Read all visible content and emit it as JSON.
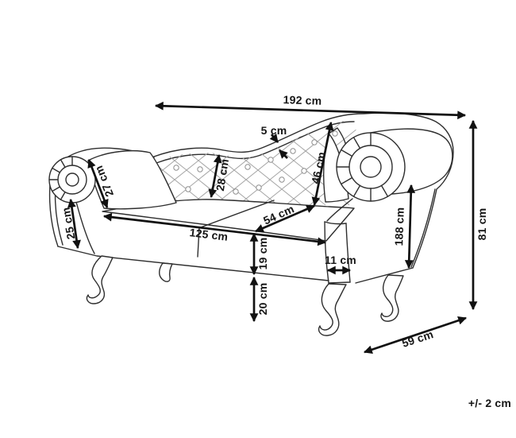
{
  "figure": {
    "type": "furniture dimension diagram",
    "subject": "chaise lounge sofa, chesterfield tufted, line drawing",
    "unit": "cm",
    "tolerance": "+/- 2 cm"
  },
  "colors": {
    "background": "#ffffff",
    "outline": "#2e2e2e",
    "tufting": "#a6a6a6",
    "dimension": "#111111",
    "label_text": "#161616"
  },
  "labels": {
    "d192": "192 cm",
    "d5": "5 cm",
    "d27": "27 cm",
    "d25": "25 cm",
    "d28": "28 cm",
    "d46": "46 cm",
    "d54": "54 cm",
    "d125": "125 cm",
    "d19": "19 cm",
    "d20": "20 cm",
    "d11": "11 cm",
    "d188": "188 cm",
    "d81": "81 cm",
    "d59": "59 cm",
    "tolerance": "+/- 2 cm"
  }
}
